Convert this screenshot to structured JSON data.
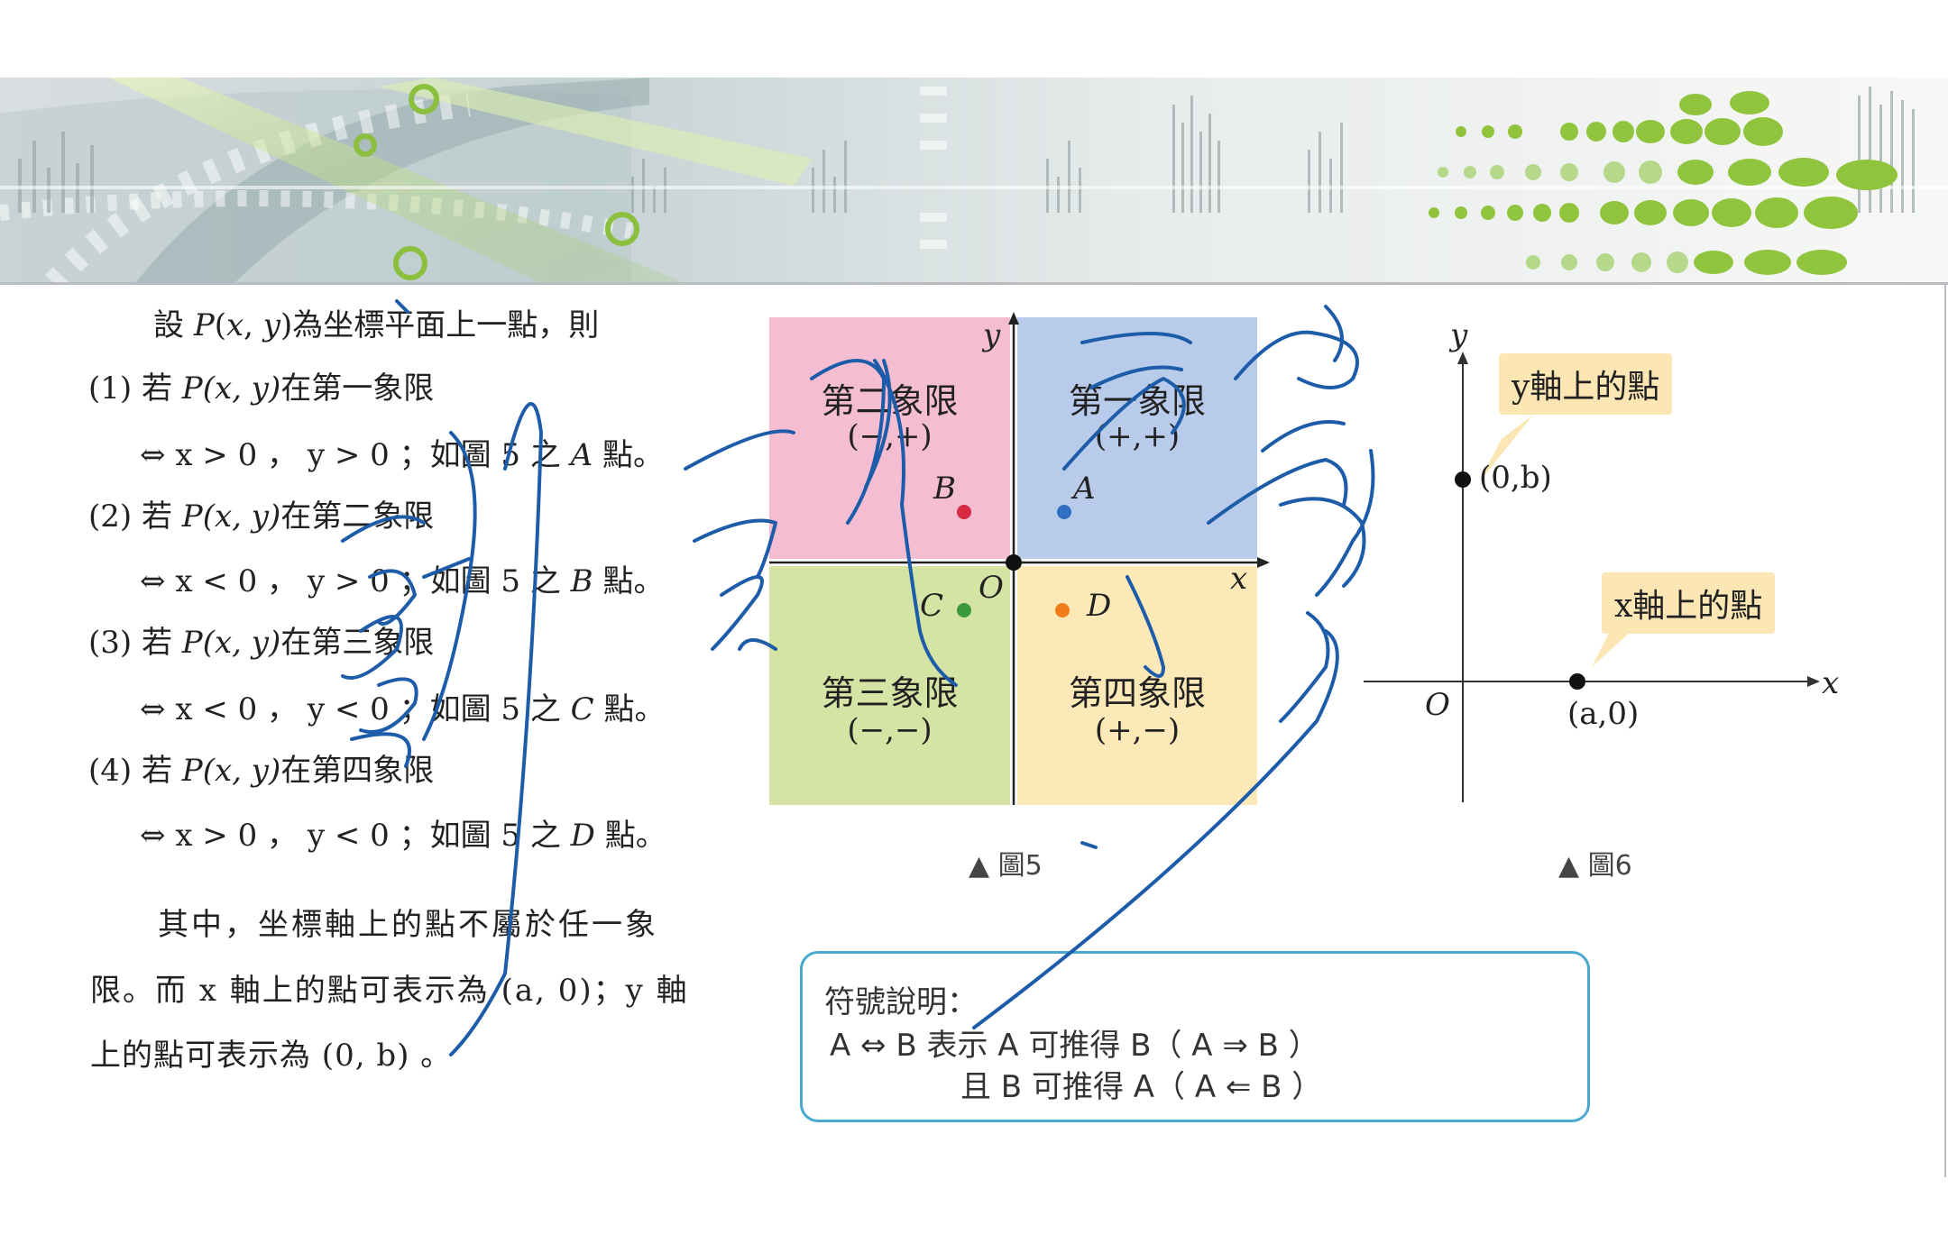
{
  "text": {
    "intro": [
      "設 ",
      "P",
      "(",
      "x",
      ", ",
      "y",
      ")為坐標平面上一點，則"
    ],
    "item1": {
      "num": "(1)",
      "pre": " 若 ",
      "p": "P",
      "args": "(x, y)",
      "post": "在第一象限"
    },
    "cond1": {
      "arrow": "⇔",
      "body": "x > 0 ， y > 0 ；如圖 5 之 ",
      "pt": "A",
      "end": " 點。"
    },
    "item2": {
      "num": "(2)",
      "pre": " 若 ",
      "p": "P",
      "args": "(x, y)",
      "post": "在第二象限"
    },
    "cond2": {
      "arrow": "⇔",
      "body": "x < 0 ， y > 0 ；如圖 5 之 ",
      "pt": "B",
      "end": " 點。"
    },
    "item3": {
      "num": "(3)",
      "pre": " 若 ",
      "p": "P",
      "args": "(x, y)",
      "post": "在第三象限"
    },
    "cond3": {
      "arrow": "⇔",
      "body": "x < 0 ， y < 0 ；如圖 5 之 ",
      "pt": "C",
      "end": " 點。"
    },
    "item4": {
      "num": "(4)",
      "pre": " 若 ",
      "p": "P",
      "args": "(x, y)",
      "post": "在第四象限"
    },
    "cond4": {
      "arrow": "⇔",
      "body": "x > 0 ， y < 0 ；如圖 5 之 ",
      "pt": "D",
      "end": " 點。"
    },
    "para2_line1": "其中，坐標軸上的點不屬於任一象",
    "para2_line2": "限。而 x 軸上的點可表示為 (a, 0)；y 軸",
    "para2_line3": "上的點可表示為 (0, b) 。"
  },
  "fig5": {
    "q2_title": "第二象限",
    "q2_sign": "(−,+)",
    "q1_title": "第一象限",
    "q1_sign": "(+,+)",
    "q3_title": "第三象限",
    "q3_sign": "(−,−)",
    "q4_title": "第四象限",
    "q4_sign": "(+,−)",
    "axis_x": "x",
    "axis_y": "y",
    "origin": "O",
    "point_a": "A",
    "point_b": "B",
    "point_c": "C",
    "point_d": "D",
    "caption": "▲ 圖5",
    "colors": {
      "q1": "#b9cbea",
      "q2": "#f4bdd2",
      "q3": "#d5e3a4",
      "q4": "#fde8b8",
      "a": "#2e6fc2",
      "b": "#d62a45",
      "c": "#3a9a3a",
      "d": "#ee7d1a"
    }
  },
  "fig6": {
    "axis_x": "x",
    "axis_y": "y",
    "origin": "O",
    "y_point": "(0,b)",
    "x_point": "(a,0)",
    "y_callout": "y軸上的點",
    "x_callout": "x軸上的點",
    "caption": "▲ 圖6",
    "callout_color": "#fbe6b4"
  },
  "note": {
    "title": "符號說明：",
    "line1": "A ⇔ B 表示 A 可推得 B（ A ⇒ B ）",
    "line2": "且 B 可推得 A（ A ⇐ B ）",
    "border_color": "#4aa9cf"
  },
  "ink_color": "#1d5ca8"
}
